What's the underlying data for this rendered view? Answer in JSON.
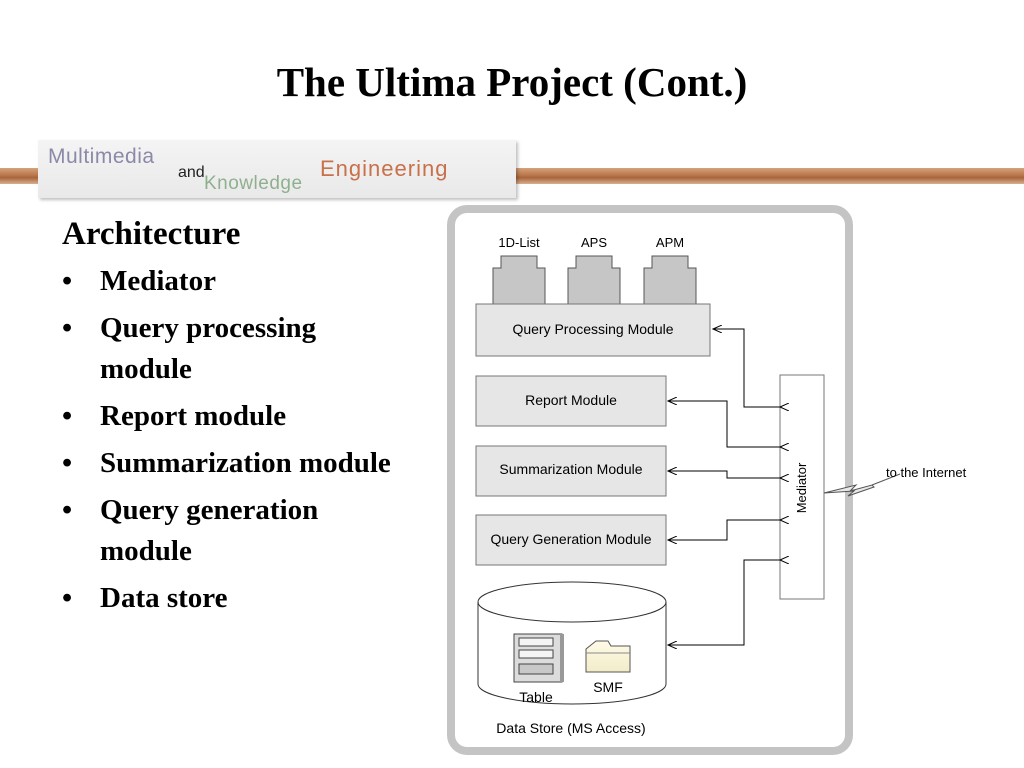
{
  "slide": {
    "title": "The Ultima Project (Cont.)"
  },
  "banner": {
    "logo_line1": "Multimedia",
    "logo_and": "and",
    "logo_line2": "Knowledge",
    "logo_line3": "Engineering"
  },
  "content": {
    "heading": "Architecture",
    "bullets": [
      "Mediator",
      "Query processing module",
      "Report module",
      "Summarization module",
      "Query generation module",
      "Data store"
    ]
  },
  "diagram": {
    "top_items": [
      "1D-List",
      "APS",
      "APM"
    ],
    "query_processing_module": "Query Processing Module",
    "report_module": "Report Module",
    "summarization_module": "Summarization Module",
    "query_generation_module": "Query Generation Module",
    "mediator": "Mediator",
    "internet_label": "to the Internet",
    "table_label": "Table",
    "smf_label": "SMF",
    "data_store_label": "Data Store (MS Access)"
  }
}
